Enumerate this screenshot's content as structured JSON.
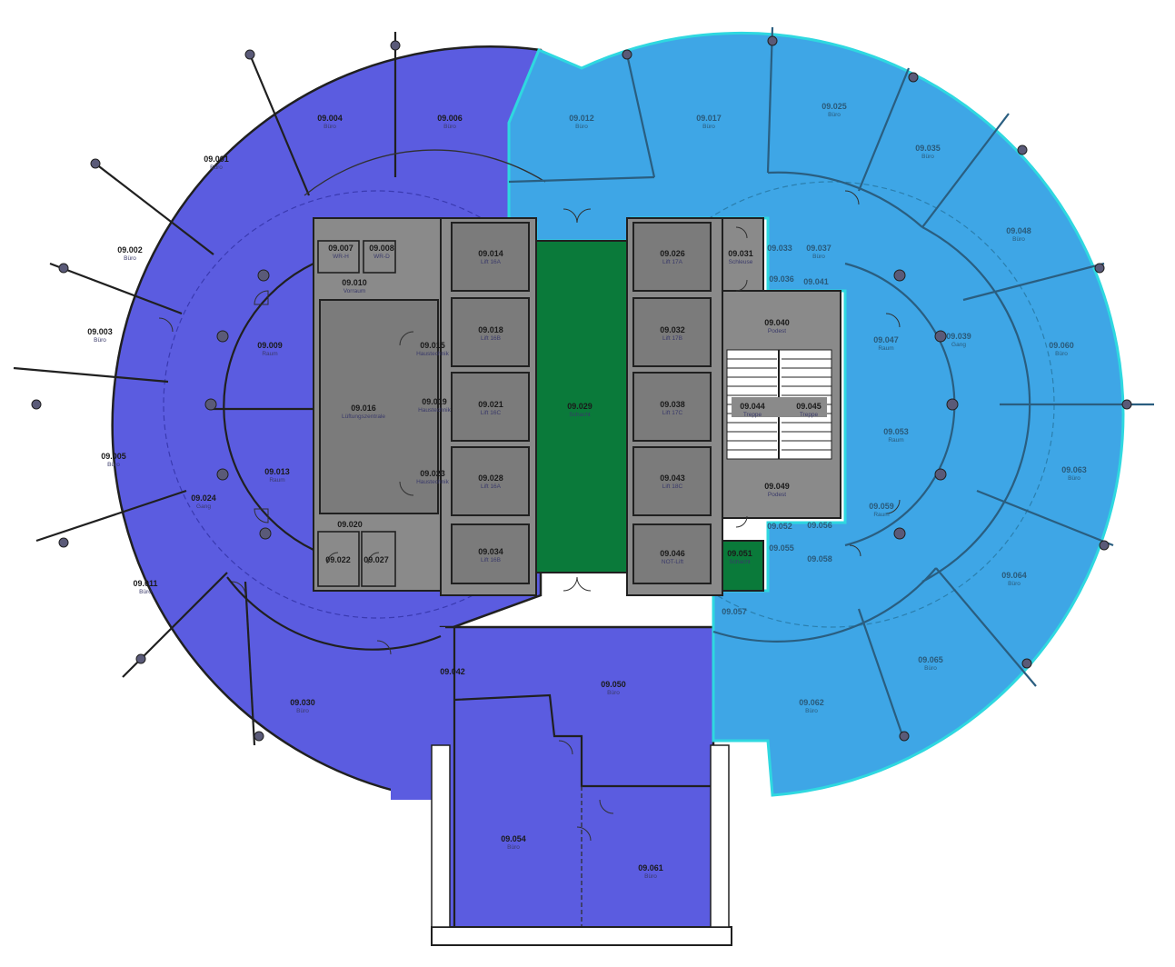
{
  "colors": {
    "office_zone": "#5b5ce0",
    "selected_zone": "#3ea6e6",
    "selected_outline": "#2fd8e0",
    "core": "#8a8a8a",
    "core_room": "#7b7b7b",
    "shaft_green": "#0a7a3a",
    "wall": "#202020"
  },
  "rooms": [
    {
      "id": "09.001",
      "type": "Büro",
      "zone": "blue"
    },
    {
      "id": "09.002",
      "type": "Büro",
      "zone": "blue"
    },
    {
      "id": "09.003",
      "type": "Büro",
      "zone": "blue"
    },
    {
      "id": "09.004",
      "type": "Büro",
      "zone": "blue"
    },
    {
      "id": "09.005",
      "type": "Büro",
      "zone": "blue"
    },
    {
      "id": "09.006",
      "type": "Büro",
      "zone": "blue"
    },
    {
      "id": "09.007",
      "type": "WR-H",
      "zone": "core"
    },
    {
      "id": "09.008",
      "type": "WR-D",
      "zone": "core"
    },
    {
      "id": "09.009",
      "type": "Raum",
      "zone": "blue"
    },
    {
      "id": "09.010",
      "type": "Vorraum",
      "zone": "core"
    },
    {
      "id": "09.011",
      "type": "Büro",
      "zone": "blue"
    },
    {
      "id": "09.012",
      "type": "Büro",
      "zone": "cyan"
    },
    {
      "id": "09.013",
      "type": "Raum",
      "zone": "blue"
    },
    {
      "id": "09.014",
      "type": "Lift 16A",
      "zone": "core"
    },
    {
      "id": "09.015",
      "type": "Haustechnik",
      "zone": "core"
    },
    {
      "id": "09.016",
      "type": "Lüftungszentrale",
      "zone": "core"
    },
    {
      "id": "09.017",
      "type": "Büro",
      "zone": "cyan"
    },
    {
      "id": "09.018",
      "type": "Lift 16B",
      "zone": "core"
    },
    {
      "id": "09.019",
      "type": "Haustechnik",
      "zone": "core"
    },
    {
      "id": "09.020",
      "type": "",
      "zone": "core"
    },
    {
      "id": "09.021",
      "type": "Lift 16C",
      "zone": "core"
    },
    {
      "id": "09.022",
      "type": "",
      "zone": "core"
    },
    {
      "id": "09.023",
      "type": "Haustechnik",
      "zone": "core"
    },
    {
      "id": "09.024",
      "type": "Gang",
      "zone": "blue"
    },
    {
      "id": "09.025",
      "type": "Büro",
      "zone": "cyan"
    },
    {
      "id": "09.026",
      "type": "Lift 17A",
      "zone": "core"
    },
    {
      "id": "09.027",
      "type": "",
      "zone": "core"
    },
    {
      "id": "09.028",
      "type": "Lift 16A",
      "zone": "core"
    },
    {
      "id": "09.029",
      "type": "Schacht",
      "zone": "green"
    },
    {
      "id": "09.030",
      "type": "Büro",
      "zone": "blue"
    },
    {
      "id": "09.031",
      "type": "Schleuse",
      "zone": "core"
    },
    {
      "id": "09.032",
      "type": "Lift 17B",
      "zone": "core"
    },
    {
      "id": "09.033",
      "type": "",
      "zone": "cyan"
    },
    {
      "id": "09.034",
      "type": "Lift 16B",
      "zone": "core"
    },
    {
      "id": "09.035",
      "type": "Büro",
      "zone": "cyan"
    },
    {
      "id": "09.036",
      "type": "",
      "zone": "cyan"
    },
    {
      "id": "09.037",
      "type": "Büro",
      "zone": "cyan"
    },
    {
      "id": "09.038",
      "type": "Lift 17C",
      "zone": "core"
    },
    {
      "id": "09.039",
      "type": "Gang",
      "zone": "cyan"
    },
    {
      "id": "09.040",
      "type": "Podest",
      "zone": "core"
    },
    {
      "id": "09.041",
      "type": "",
      "zone": "cyan"
    },
    {
      "id": "09.042",
      "type": "",
      "zone": "core"
    },
    {
      "id": "09.043",
      "type": "Lift 18C",
      "zone": "core"
    },
    {
      "id": "09.044",
      "type": "Treppe",
      "zone": "core"
    },
    {
      "id": "09.045",
      "type": "Treppe",
      "zone": "core"
    },
    {
      "id": "09.046",
      "type": "NOT-Lift",
      "zone": "core"
    },
    {
      "id": "09.047",
      "type": "Raum",
      "zone": "cyan"
    },
    {
      "id": "09.048",
      "type": "Büro",
      "zone": "cyan"
    },
    {
      "id": "09.049",
      "type": "Podest",
      "zone": "core"
    },
    {
      "id": "09.050",
      "type": "Büro",
      "zone": "blue"
    },
    {
      "id": "09.051",
      "type": "Schacht",
      "zone": "green"
    },
    {
      "id": "09.052",
      "type": "",
      "zone": "cyan"
    },
    {
      "id": "09.053",
      "type": "Raum",
      "zone": "cyan"
    },
    {
      "id": "09.054",
      "type": "Büro",
      "zone": "blue"
    },
    {
      "id": "09.055",
      "type": "",
      "zone": "cyan"
    },
    {
      "id": "09.056",
      "type": "",
      "zone": "cyan"
    },
    {
      "id": "09.057",
      "type": "",
      "zone": "cyan"
    },
    {
      "id": "09.058",
      "type": "",
      "zone": "cyan"
    },
    {
      "id": "09.059",
      "type": "Raum",
      "zone": "cyan"
    },
    {
      "id": "09.060",
      "type": "Büro",
      "zone": "cyan"
    },
    {
      "id": "09.061",
      "type": "Büro",
      "zone": "blue"
    },
    {
      "id": "09.062",
      "type": "Büro",
      "zone": "cyan"
    },
    {
      "id": "09.063",
      "type": "Büro",
      "zone": "cyan"
    },
    {
      "id": "09.064",
      "type": "Büro",
      "zone": "cyan"
    },
    {
      "id": "09.065",
      "type": "Büro",
      "zone": "cyan"
    }
  ]
}
